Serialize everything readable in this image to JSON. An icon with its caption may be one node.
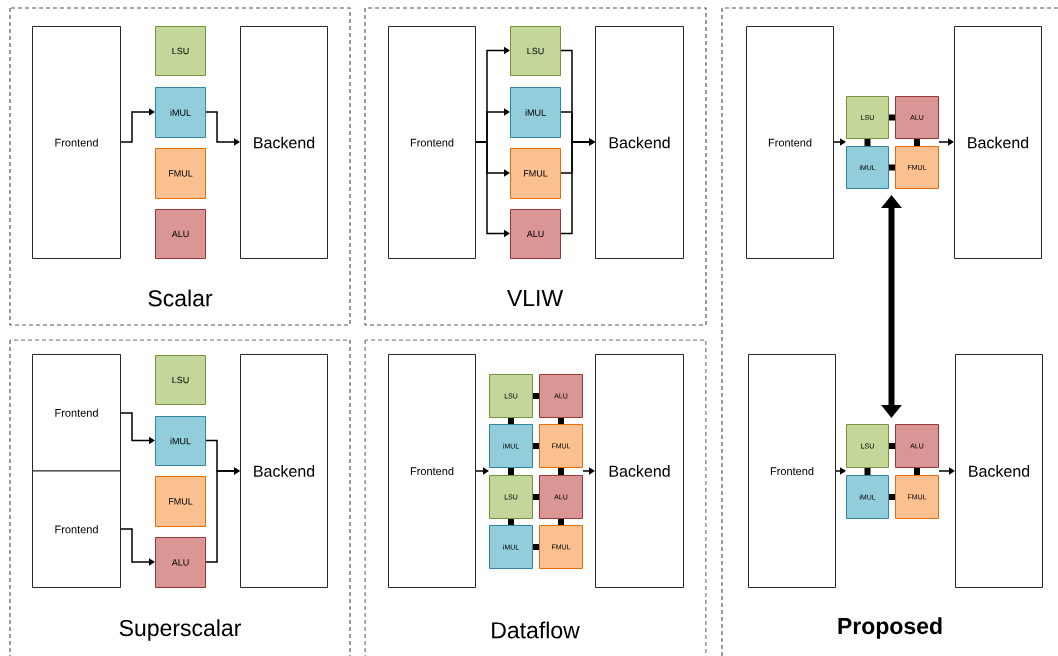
{
  "diagram": {
    "nodes": [
      {
        "text": [
          "Scalar"
        ]
      },
      {
        "text": [
          "Frontend"
        ],
        "in": 0
      },
      {
        "text": [
          "LSU"
        ],
        "in": 0
      },
      {
        "text": [
          "iMUL"
        ],
        "in": 0
      },
      {
        "text": [
          "FMUL"
        ],
        "in": 0
      },
      {
        "text": [
          "ALU"
        ],
        "in": 0
      },
      {
        "text": [
          "Backend"
        ],
        "in": 0
      },
      {
        "text": [
          "VLIW"
        ]
      },
      {
        "text": [
          "Frontend"
        ],
        "in": 7
      },
      {
        "text": [
          "LSU"
        ],
        "in": 7
      },
      {
        "text": [
          "iMUL"
        ],
        "in": 7
      },
      {
        "text": [
          "FMUL"
        ],
        "in": 7
      },
      {
        "text": [
          "ALU"
        ],
        "in": 7
      },
      {
        "text": [
          "Backend"
        ],
        "in": 7
      },
      {
        "text": [
          "Superscalar"
        ]
      },
      {
        "text": [
          "Frontend"
        ],
        "in": 14
      },
      {
        "text": [
          "Frontend"
        ],
        "in": 14
      },
      {
        "text": [
          "LSU"
        ],
        "in": 14
      },
      {
        "text": [
          "iMUL"
        ],
        "in": 14
      },
      {
        "text": [
          "FMUL"
        ],
        "in": 14
      },
      {
        "text": [
          "ALU"
        ],
        "in": 14
      },
      {
        "text": [
          "Backend"
        ],
        "in": 14
      },
      {
        "text": [
          "Dataflow"
        ]
      },
      {
        "text": [
          "Frontend"
        ],
        "in": 22
      },
      {
        "text": [
          "LSU"
        ],
        "in": 22
      },
      {
        "text": [
          "ALU"
        ],
        "in": 22
      },
      {
        "text": [
          "iMUL"
        ],
        "in": 22
      },
      {
        "text": [
          "FMUL"
        ],
        "in": 22
      },
      {
        "text": [
          "LSU"
        ],
        "in": 22
      },
      {
        "text": [
          "ALU"
        ],
        "in": 22
      },
      {
        "text": [
          "iMUL"
        ],
        "in": 22
      },
      {
        "text": [
          "FMUL"
        ],
        "in": 22
      },
      {
        "text": [
          "Backend"
        ],
        "in": 22
      },
      {
        "text": [
          "Proposed"
        ]
      },
      {
        "text": [
          "Frontend"
        ],
        "in": 33
      },
      {
        "text": [
          "LSU"
        ],
        "in": 33
      },
      {
        "text": [
          "ALU"
        ],
        "in": 33
      },
      {
        "text": [
          "iMUL"
        ],
        "in": 33
      },
      {
        "text": [
          "FMUL"
        ],
        "in": 33
      },
      {
        "text": [
          "Backend"
        ],
        "in": 33
      },
      {
        "text": [
          "Frontend"
        ],
        "in": 33
      },
      {
        "text": [
          "LSU"
        ],
        "in": 33
      },
      {
        "text": [
          "ALU"
        ],
        "in": 33
      },
      {
        "text": [
          "iMUL"
        ],
        "in": 33
      },
      {
        "text": [
          "FMUL"
        ],
        "in": 33
      },
      {
        "text": [
          "Backend"
        ],
        "in": 33
      }
    ],
    "edges": [
      {
        "from": 1,
        "to": 3,
        "arrow": "to"
      },
      {
        "from": 3,
        "to": 6,
        "arrow": "to"
      },
      {
        "from": 8,
        "to": 9,
        "arrow": "to"
      },
      {
        "from": 8,
        "to": 10,
        "arrow": "to"
      },
      {
        "from": 8,
        "to": 11,
        "arrow": "to"
      },
      {
        "from": 8,
        "to": 12,
        "arrow": "to"
      },
      {
        "from": 9,
        "to": 13,
        "arrow": "to"
      },
      {
        "from": 10,
        "to": 13,
        "arrow": "to"
      },
      {
        "from": 11,
        "to": 13,
        "arrow": "to"
      },
      {
        "from": 12,
        "to": 13,
        "arrow": "to"
      },
      {
        "from": 15,
        "to": 18,
        "arrow": "to"
      },
      {
        "from": 16,
        "to": 20,
        "arrow": "to"
      },
      {
        "from": 18,
        "to": 21,
        "arrow": "to"
      },
      {
        "from": 20,
        "to": 21,
        "arrow": "to"
      },
      {
        "from": 23,
        "to": 28,
        "arrow": "to"
      },
      {
        "from": 29,
        "to": 32,
        "arrow": "to"
      },
      {
        "from": 24,
        "to": 25,
        "arrow": "none",
        "style": "thick"
      },
      {
        "from": 26,
        "to": 27,
        "arrow": "none",
        "style": "thick"
      },
      {
        "from": 28,
        "to": 29,
        "arrow": "none",
        "style": "thick"
      },
      {
        "from": 30,
        "to": 31,
        "arrow": "none",
        "style": "thick"
      },
      {
        "from": 24,
        "to": 26,
        "arrow": "none",
        "style": "thick"
      },
      {
        "from": 26,
        "to": 28,
        "arrow": "none",
        "style": "thick"
      },
      {
        "from": 28,
        "to": 30,
        "arrow": "none",
        "style": "thick"
      },
      {
        "from": 25,
        "to": 27,
        "arrow": "none",
        "style": "thick"
      },
      {
        "from": 27,
        "to": 29,
        "arrow": "none",
        "style": "thick"
      },
      {
        "from": 29,
        "to": 31,
        "arrow": "none",
        "style": "thick"
      },
      {
        "from": 34,
        "to": 37,
        "arrow": "to"
      },
      {
        "from": 38,
        "to": 39,
        "arrow": "to"
      },
      {
        "from": 35,
        "to": 36,
        "arrow": "none",
        "style": "thick"
      },
      {
        "from": 37,
        "to": 38,
        "arrow": "none",
        "style": "thick"
      },
      {
        "from": 35,
        "to": 37,
        "arrow": "none",
        "style": "thick"
      },
      {
        "from": 36,
        "to": 38,
        "arrow": "none",
        "style": "thick"
      },
      {
        "from": 40,
        "to": 43,
        "arrow": "to"
      },
      {
        "from": 44,
        "to": 45,
        "arrow": "to"
      },
      {
        "from": 41,
        "to": 42,
        "arrow": "none",
        "style": "thick"
      },
      {
        "from": 43,
        "to": 44,
        "arrow": "none",
        "style": "thick"
      },
      {
        "from": 41,
        "to": 43,
        "arrow": "none",
        "style": "thick"
      },
      {
        "from": 42,
        "to": 44,
        "arrow": "none",
        "style": "thick"
      },
      {
        "from": 37,
        "to": 41,
        "arrow": "both",
        "style": "thick"
      }
    ]
  }
}
